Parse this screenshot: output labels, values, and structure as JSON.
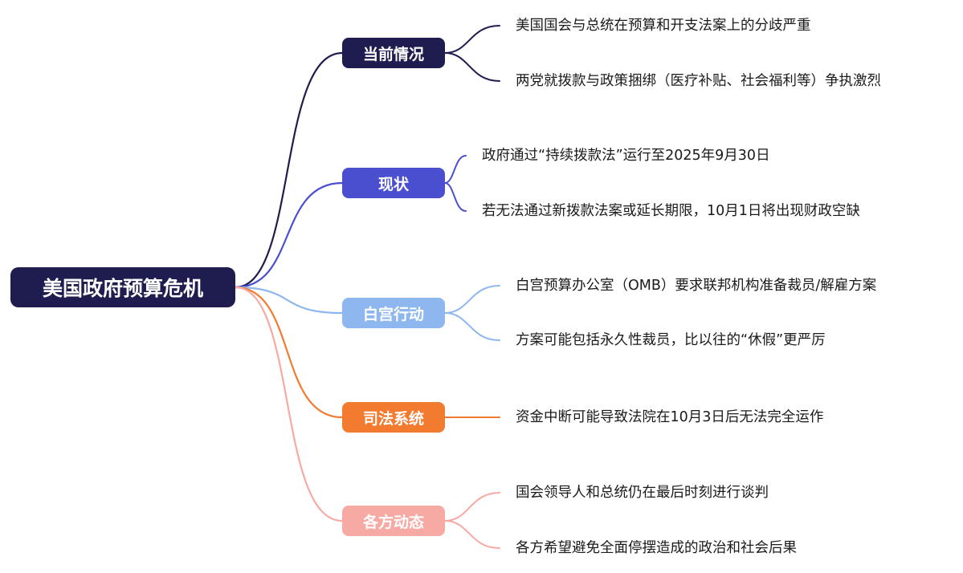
{
  "root": {
    "label": "美国政府预算危机",
    "color": "#1f1d4f"
  },
  "branches": [
    {
      "label": "当前情况",
      "color": "#1f1d4f",
      "items": [
        "美国国会与总统在预算和开支法案上的分歧严重",
        "两党就拨款与政策捆绑（医疗补贴、社会福利等）争执激烈"
      ]
    },
    {
      "label": "现状",
      "color": "#4a4fcf",
      "items": [
        "政府通过“持续拨款法”运行至2025年9月30日",
        "若无法通过新拨款法案或延长期限，10月1日将出现财政空缺"
      ]
    },
    {
      "label": "白宫行动",
      "color": "#8fb7ef",
      "items": [
        "白宫预算办公室（OMB）要求联邦机构准备裁员/解雇方案",
        "方案可能包括永久性裁员，比以往的“休假”更严厉"
      ]
    },
    {
      "label": "司法系统",
      "color": "#f37b2f",
      "items": [
        "资金中断可能导致法院在10月3日后无法完全运作"
      ]
    },
    {
      "label": "各方动态",
      "color": "#f7aaa3",
      "items": [
        "国会领导人和总统仍在最后时刻进行谈判",
        "各方希望避免全面停摆造成的政治和社会后果"
      ]
    }
  ]
}
